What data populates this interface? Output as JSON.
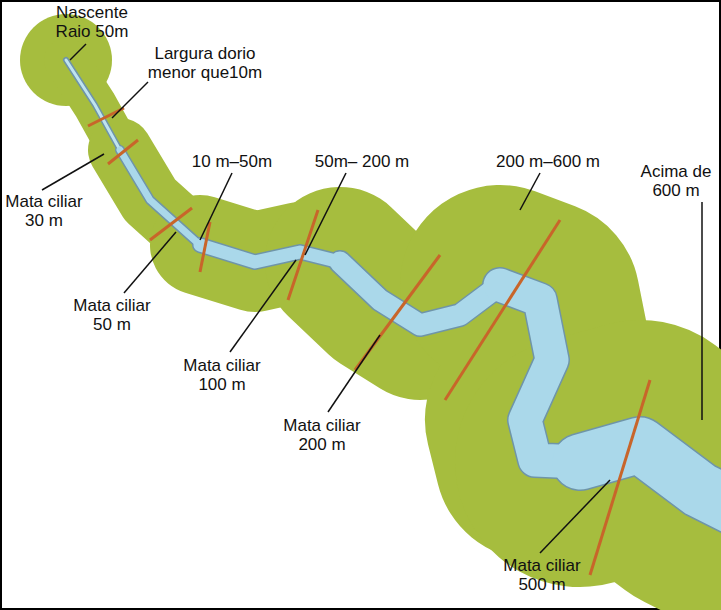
{
  "diagram": {
    "labels": [
      "Nascente Raio 50m",
      "Largura dorio menor que10m",
      "Mata ciliar 30 m",
      "10 m–50m",
      "50m– 200 m",
      "200 m–600 m",
      "Acima de 600 m",
      "Mata ciliar 50 m",
      "Mata ciliar 100 m",
      "Mata ciliar 200 m",
      "Mata ciliar 500 m"
    ]
  }
}
